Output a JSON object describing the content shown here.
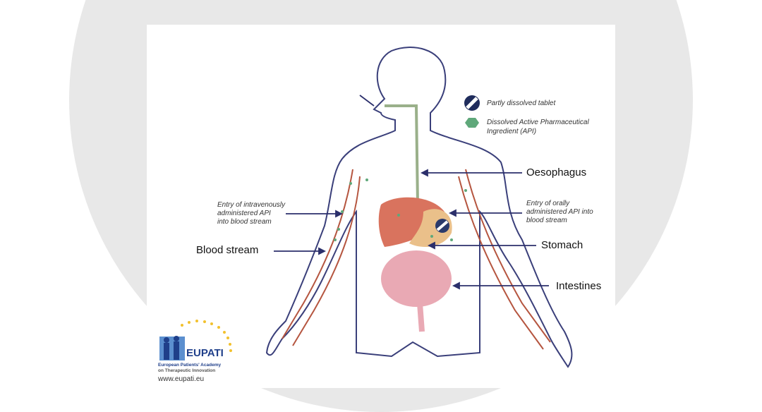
{
  "legend": {
    "tablet": "Partly dissolved tablet",
    "api_line1": "Dissolved Active Pharmaceutical",
    "api_line2": "Ingredient (API)"
  },
  "labels": {
    "oesophagus": "Oesophagus",
    "oral_entry": [
      "Entry of orally",
      "administered API into",
      "blood stream"
    ],
    "iv_entry": [
      "Entry of intravenously",
      "administered API",
      "into blood stream"
    ],
    "blood_stream": "Blood stream",
    "stomach": "Stomach",
    "intestines": "Intestines"
  },
  "logo": {
    "name": "EUPATI",
    "line1": "European Patients' Academy",
    "line2": "on Therapeutic Innovation",
    "url": "www.eupati.eu"
  },
  "colors": {
    "arrow": "#2b2f6b",
    "outline": "#3a3f7a",
    "api": "#5fa87a",
    "vessel": "#b5553f",
    "liver": "#d9735e",
    "intestine": "#e9a9b4"
  }
}
